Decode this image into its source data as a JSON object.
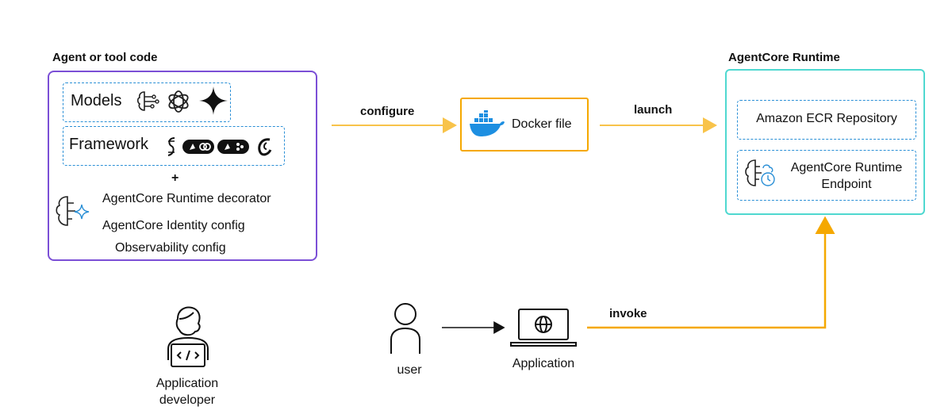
{
  "left_panel": {
    "title": "Agent or tool code",
    "models_label": "Models",
    "framework_label": "Framework",
    "plus": "+",
    "runtime_decorator": "AgentCore Runtime decorator",
    "identity_config": "AgentCore Identity config",
    "observability_config": "Observability config"
  },
  "flow": {
    "configure": "configure",
    "launch": "launch",
    "invoke": "invoke"
  },
  "docker": {
    "label": "Docker file"
  },
  "runtime_panel": {
    "title": "AgentCore Runtime",
    "ecr": "Amazon ECR Repository",
    "endpoint_line1": "AgentCore Runtime",
    "endpoint_line2": "Endpoint"
  },
  "actors": {
    "developer_line1": "Application",
    "developer_line2": "developer",
    "user": "user",
    "application": "Application"
  },
  "colors": {
    "purple": "#7b4fd6",
    "orange": "#f5a800",
    "orange_light": "#f8c34a",
    "teal": "#4fd8d0",
    "blue_dash": "#2a8fd6",
    "docker_blue": "#1d8fe1"
  }
}
